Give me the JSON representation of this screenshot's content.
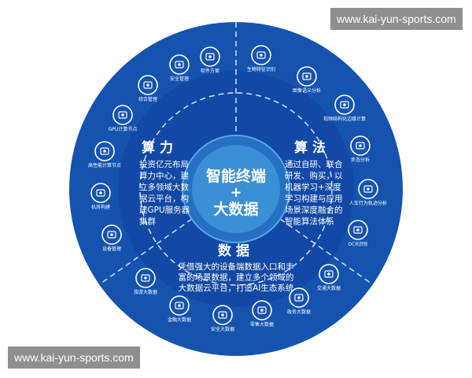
{
  "watermark_top": "www.kai-yun-sports.com",
  "watermark_bottom": "www.kai-yun-sports.com",
  "colors": {
    "outer": "#1553b0",
    "inner_dark": "#0e3f95",
    "center": "#3a8fd6",
    "center_ring": "#2670c4"
  },
  "center": {
    "line1": "智能终端",
    "line2": "+",
    "line3": "大数据"
  },
  "sections": {
    "compute": {
      "title": "算力",
      "lines": [
        "投资亿元布局",
        "算力中心，建",
        "立多领域大数",
        "据云平台，构",
        "建GPU服务器",
        "集群"
      ]
    },
    "algorithm": {
      "title": "算法",
      "lines": [
        "通过自研、联合",
        "研发、购买，以",
        "机器学习+深度",
        "学习构建与应用",
        "场景深度融合的",
        "智能算法体系"
      ]
    },
    "data": {
      "title": "数据",
      "lines": [
        "凭借强大的设备端数据入口和丰",
        "富的场景数据，建立多个领域的",
        "大数据云平台，打造AI生态系统"
      ]
    }
  },
  "icons": [
    {
      "label": "软件方案",
      "icon": "monitor-gear"
    },
    {
      "label": "安全管理",
      "icon": "shield-gear"
    },
    {
      "label": "综合管理",
      "icon": "gear"
    },
    {
      "label": "GPU计算节点",
      "icon": "gpu-chip"
    },
    {
      "label": "高性能计算节点",
      "icon": "chip"
    },
    {
      "label": "机房构建",
      "icon": "server-rack"
    },
    {
      "label": "设备管理",
      "icon": "device"
    },
    {
      "label": "旅游大数据",
      "icon": "globe"
    },
    {
      "label": "金融大数据",
      "icon": "dollar"
    },
    {
      "label": "安全大数据",
      "icon": "monitor-shield"
    },
    {
      "label": "零售大数据",
      "icon": "shopping-bag"
    },
    {
      "label": "政务大数据",
      "icon": "cloud"
    },
    {
      "label": "交通大数据",
      "icon": "car"
    },
    {
      "label": "OCR识别",
      "icon": "face-scan"
    },
    {
      "label": "人车行为轨迹分析",
      "icon": "route"
    },
    {
      "label": "步态分析",
      "icon": "map-pin"
    },
    {
      "label": "视频结构化边缘计算",
      "icon": "grid"
    },
    {
      "label": "图像语义分析",
      "icon": "microphone"
    },
    {
      "label": "生物特征识别",
      "icon": "fingerprint"
    }
  ]
}
